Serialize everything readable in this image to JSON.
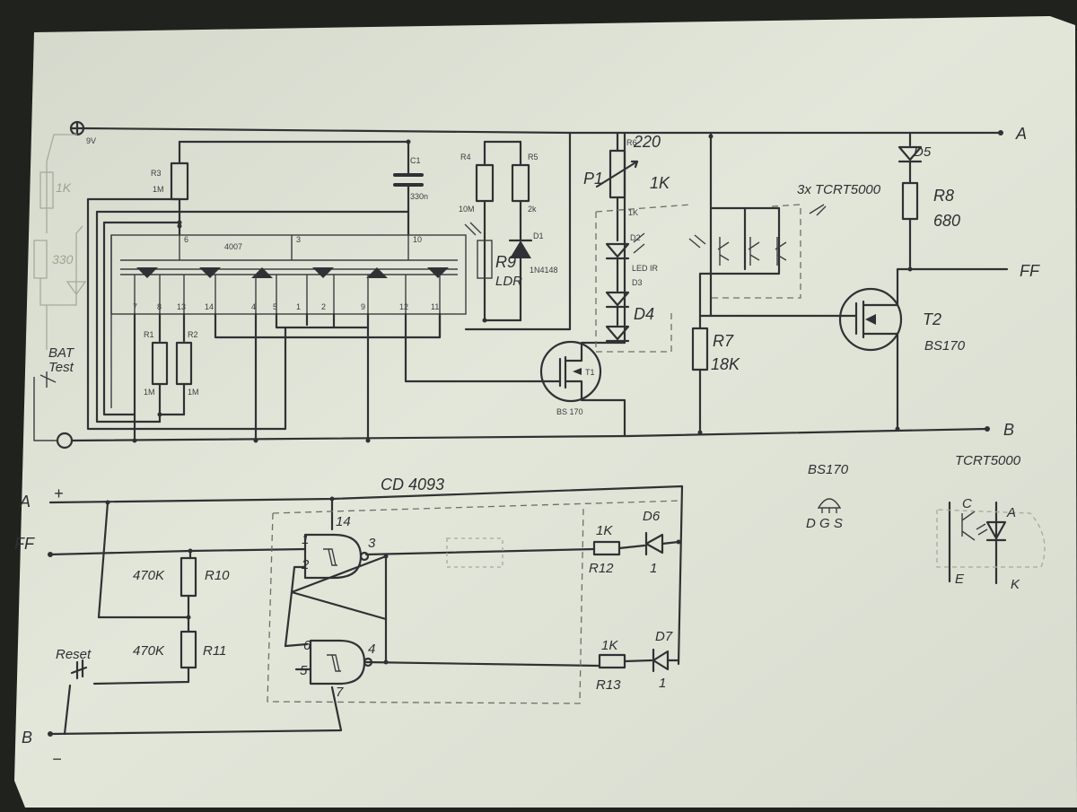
{
  "printed": {
    "supply": "9V",
    "r3": "R3",
    "r3_val": "1M",
    "c1": "C1",
    "c1_val": "330n",
    "r4": "R4",
    "r4_val": "10M",
    "r5": "R5",
    "r5_val": "2k",
    "d1": "D1",
    "d1_val": "1N4148",
    "ic": "4007",
    "ic_pin_a": "6",
    "ic_pin_b": "3",
    "ic_pin_c": "10",
    "pins": [
      "7",
      "8",
      "13",
      "14",
      "4",
      "5",
      "1",
      "2",
      "9",
      "12",
      "11"
    ],
    "r1": "R1",
    "r1_val": "1M",
    "r2": "R2",
    "r2_val": "1M",
    "t1": "T1",
    "t1_type": "BS 170",
    "r6": "R6",
    "r6_val": "220",
    "led_pin": "1K",
    "d2": "D2",
    "led_ir": "LED IR",
    "d3": "D3",
    "d4": "D4"
  },
  "handwritten": {
    "node_a": "A",
    "node_b": "B",
    "node_ff": "FF",
    "p1": "P1",
    "p1_val": "1K",
    "r9": "R9",
    "ldr": "LDR",
    "d5": "D5",
    "r8": "R8",
    "r8_val": "680",
    "sensor_note": "3x TCRT5000",
    "t2": "T2",
    "t2_type": "BS170",
    "r7": "R7",
    "r7_val": "18K",
    "bat_test_1": "BAT",
    "bat_test_2": "Test",
    "pencil_1k": "1K",
    "pencil_330": "330",
    "ic2": "CD 4093",
    "plus": "+",
    "minus": "−",
    "r10_val": "470K",
    "r10": "R10",
    "r11_val": "470K",
    "r11": "R11",
    "reset": "Reset",
    "pin1": "1",
    "pin2": "2",
    "pin3": "3",
    "pin14": "14",
    "pin6": "6",
    "pin5": "5",
    "pin4": "4",
    "pin7": "7",
    "r12_val": "1K",
    "r12": "R12",
    "r13_val": "1K",
    "r13": "R13",
    "d6": "D6",
    "d7": "D7",
    "d6_pin": "1",
    "d7_pin": "1",
    "bs170_label": "BS170",
    "bs170_pins": "D G S",
    "tcrt_label": "TCRT5000",
    "tcrt_c": "C",
    "tcrt_a": "A",
    "tcrt_e": "E",
    "tcrt_k": "K"
  },
  "colors": {
    "paper": "#dfe3d6",
    "ink": "#2e3234",
    "pencil": "#a6aa9a",
    "background": "#20221e"
  }
}
